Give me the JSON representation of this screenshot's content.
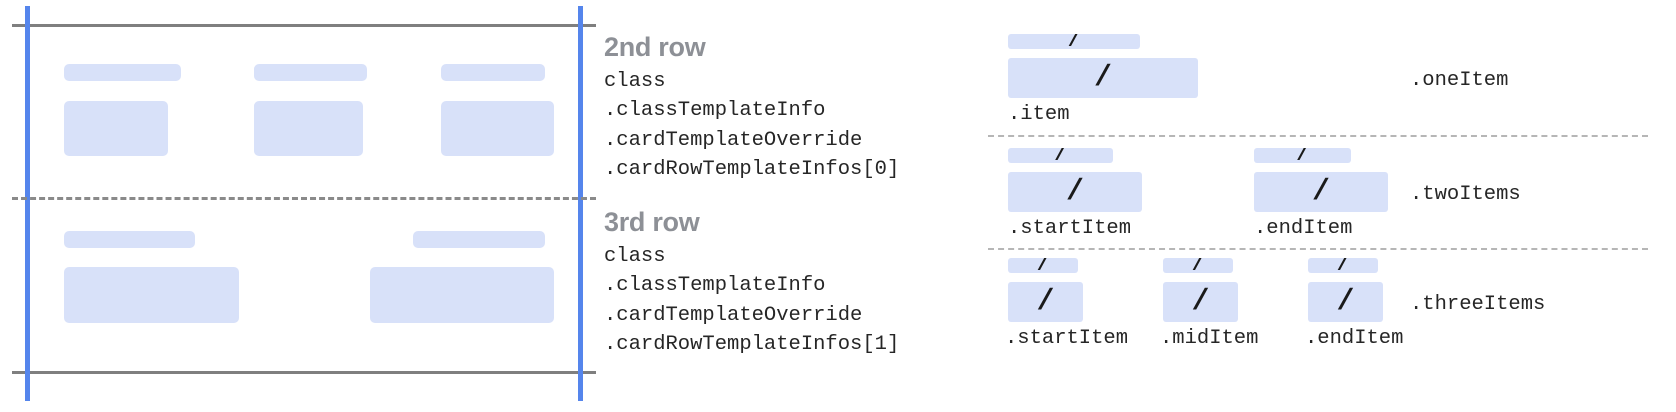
{
  "colors": {
    "placeholder_blue": "#d8e1f9",
    "guide_blue": "#5585ec",
    "frame_gray": "#7f7f7f",
    "heading_gray": "#8d9096",
    "text_dark": "#262626",
    "divider_gray": "#b6b6b6",
    "background": "#ffffff"
  },
  "left_diagram": {
    "name": "card-row-layout-preview",
    "rows": [
      {
        "name": "second-row",
        "cells": [
          {
            "title_block": true,
            "body_block": true
          },
          {
            "title_block": true,
            "body_block": true
          },
          {
            "title_block": true,
            "body_block": true
          }
        ]
      },
      {
        "name": "third-row",
        "cells": [
          {
            "title_block": true,
            "body_block": true
          },
          {
            "title_block": true,
            "body_block": true
          }
        ]
      }
    ]
  },
  "annotations": [
    {
      "title": "2nd row",
      "lines": [
        "class",
        ".classTemplateInfo",
        ".cardTemplateOverride",
        ".cardRowTemplateInfos[0]"
      ]
    },
    {
      "title": "3rd row",
      "lines": [
        "class",
        ".classTemplateInfo",
        ".cardTemplateOverride",
        ".cardRowTemplateInfos[1]"
      ]
    }
  ],
  "variants": [
    {
      "name": "one-item",
      "variant_label": ".oneItem",
      "slots": [
        {
          "label": ".item",
          "glyph": "/"
        }
      ]
    },
    {
      "name": "two-items",
      "variant_label": ".twoItems",
      "slots": [
        {
          "label": ".startItem",
          "glyph": "/"
        },
        {
          "label": ".endItem",
          "glyph": "/"
        }
      ]
    },
    {
      "name": "three-items",
      "variant_label": ".threeItems",
      "slots": [
        {
          "label": ".startItem",
          "glyph": "/"
        },
        {
          "label": ".midItem",
          "glyph": "/"
        },
        {
          "label": ".endItem",
          "glyph": "/"
        }
      ]
    }
  ]
}
